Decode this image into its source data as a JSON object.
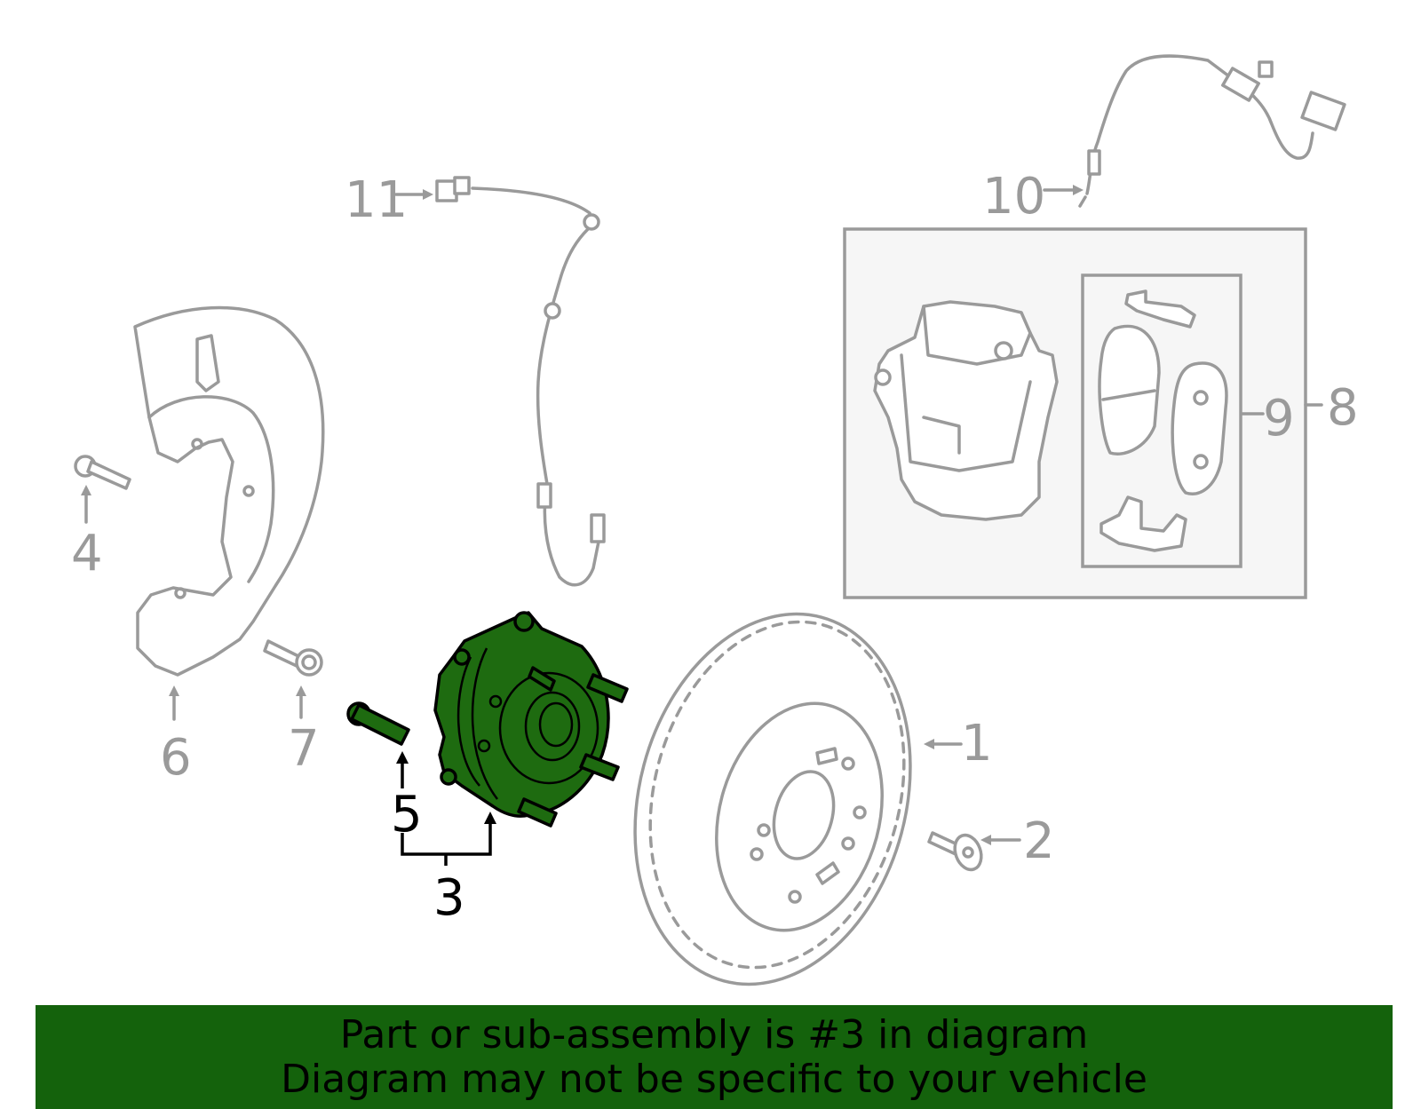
{
  "labels": {
    "p1": "1",
    "p2": "2",
    "p3": "3",
    "p4": "4",
    "p5": "5",
    "p6": "6",
    "p7": "7",
    "p8": "8",
    "p9": "9",
    "p10": "10",
    "p11": "11"
  },
  "highlight_part": "3",
  "colors": {
    "highlight": "#1e6b10",
    "banner": "#14620c",
    "line": "#9a9a9a",
    "text_highlight": "#000000"
  },
  "banner": {
    "line1": "Part or sub-assembly is #3 in diagram",
    "line2": "Diagram may not be specific to your vehicle"
  }
}
